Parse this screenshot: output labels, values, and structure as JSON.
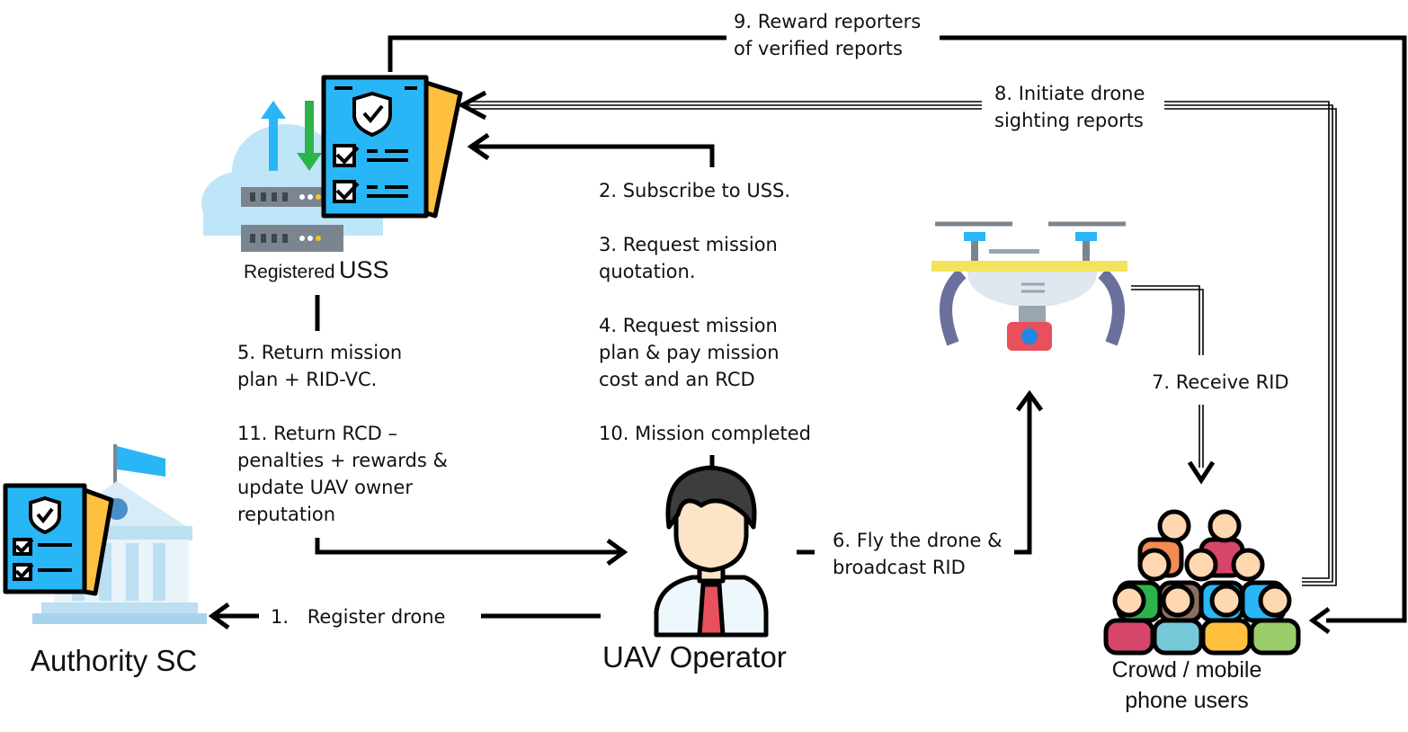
{
  "nodes": {
    "uss": {
      "label_small": "Registered",
      "label_big": "USS"
    },
    "authority": {
      "label": "Authority SC"
    },
    "operator": {
      "label": "UAV Operator"
    },
    "crowd": {
      "label_line1": "Crowd / mobile",
      "label_line2": "phone users"
    }
  },
  "steps": {
    "s1": {
      "num": "1.",
      "text": "Register drone"
    },
    "s2": "2. Subscribe to USS.",
    "s3": [
      "3. Request mission",
      "quotation."
    ],
    "s4": [
      "4. Request mission",
      "plan & pay mission",
      "cost and an RCD"
    ],
    "s10": "10. Mission completed",
    "s5": [
      "5. Return mission",
      "plan + RID-VC."
    ],
    "s11": [
      "11. Return RCD –",
      "penalties + rewards &",
      "update UAV owner",
      "reputation"
    ],
    "s6": [
      "6. Fly the drone &",
      "broadcast RID"
    ],
    "s7": "7. Receive RID",
    "s8": [
      "8. Initiate drone",
      "sighting reports"
    ],
    "s9": [
      "9. Reward reporters",
      "of verified reports"
    ]
  },
  "colors": {
    "line": "#000000",
    "doc_blue": "#29b6f6",
    "doc_yellow": "#ffc040",
    "cloud": "#bfe6f8",
    "server": "#7a8590",
    "up_arrow": "#29b6f6",
    "down_arrow": "#2db34a",
    "drone_yellow": "#f3e35c",
    "drone_arm": "#6b6f9c",
    "camera": "#e8505b",
    "flag": "#29b6f6"
  },
  "icons": [
    "shield-document-icon",
    "cloud-server-icon",
    "government-building-icon",
    "drone-icon",
    "operator-avatar-icon",
    "crowd-icon"
  ]
}
